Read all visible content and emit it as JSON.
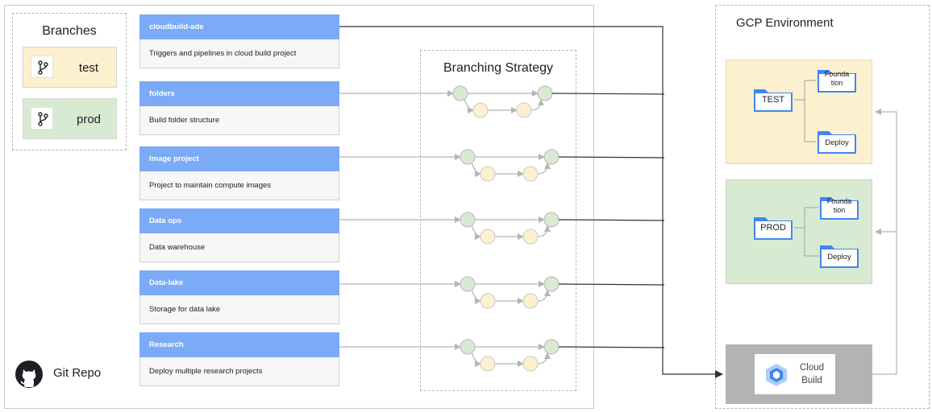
{
  "branches": {
    "title": "Branches",
    "items": [
      {
        "label": "test",
        "icon": "git-branch-icon",
        "color": "#fdf0cf"
      },
      {
        "label": "prod",
        "icon": "git-branch-icon",
        "color": "#d9ead3"
      }
    ]
  },
  "repo": {
    "label": "Git Repo",
    "icon": "github-icon"
  },
  "projects": [
    {
      "name": "cloudbuild-ade",
      "description": "Triggers and pipelines in cloud build project"
    },
    {
      "name": "folders",
      "description": "Build folder structure"
    },
    {
      "name": "Image project",
      "description": "Project to maintain compute images"
    },
    {
      "name": "Data ops",
      "description": "Data warehouse"
    },
    {
      "name": "Data-lake",
      "description": "Storage for data lake"
    },
    {
      "name": "Research",
      "description": "Deploy multiple research projects"
    }
  ],
  "strategy": {
    "title": "Branching Strategy"
  },
  "gcp": {
    "title": "GCP Environment",
    "environments": [
      {
        "root": "TEST",
        "children": [
          "Founda tion",
          "Deploy"
        ],
        "color": "#fdf0cf"
      },
      {
        "root": "PROD",
        "children": [
          "Founda tion",
          "Deploy"
        ],
        "color": "#d9ead3"
      }
    ],
    "cloud_build": {
      "label_line1": "Cloud",
      "label_line2": "Build",
      "icon": "cloud-build-icon"
    }
  },
  "colors": {
    "header_blue": "#7baaf7",
    "folder_blue": "#4285f4",
    "commit_green": "#d9ead3",
    "commit_yellow": "#fdf0cf",
    "cloud_build_gray": "#b3b3b3"
  }
}
